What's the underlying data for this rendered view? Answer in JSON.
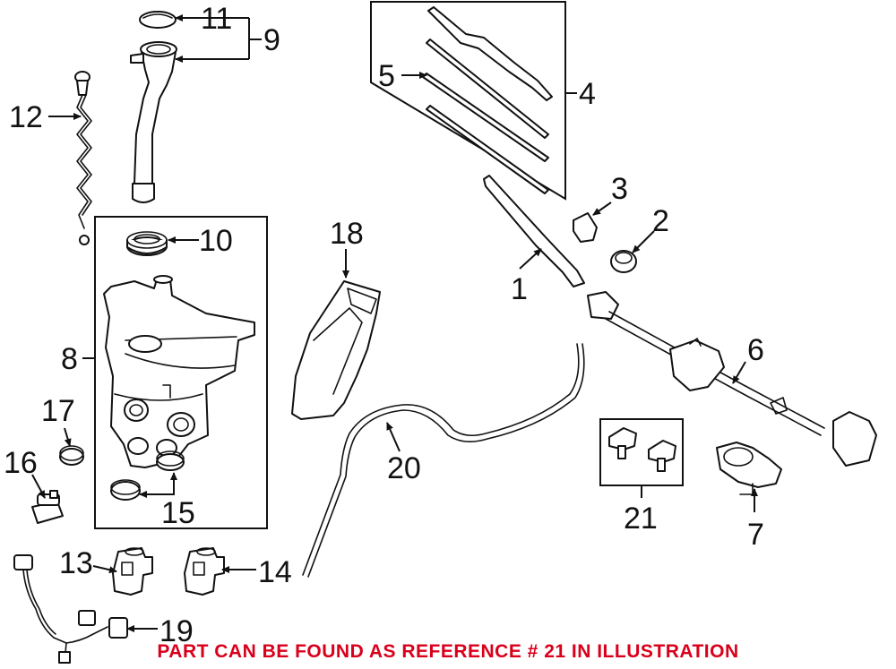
{
  "callouts": {
    "c1": "1",
    "c2": "2",
    "c3": "3",
    "c4": "4",
    "c5": "5",
    "c6": "6",
    "c7": "7",
    "c8": "8",
    "c9": "9",
    "c10": "10",
    "c11": "11",
    "c12": "12",
    "c13": "13",
    "c14": "14",
    "c15": "15",
    "c16": "16",
    "c17": "17",
    "c18": "18",
    "c19": "19",
    "c20": "20",
    "c21": "21"
  },
  "footer": {
    "note": "PART CAN BE FOUND AS REFERENCE # 21 IN ILLUSTRATION",
    "color": "#d9001b"
  }
}
